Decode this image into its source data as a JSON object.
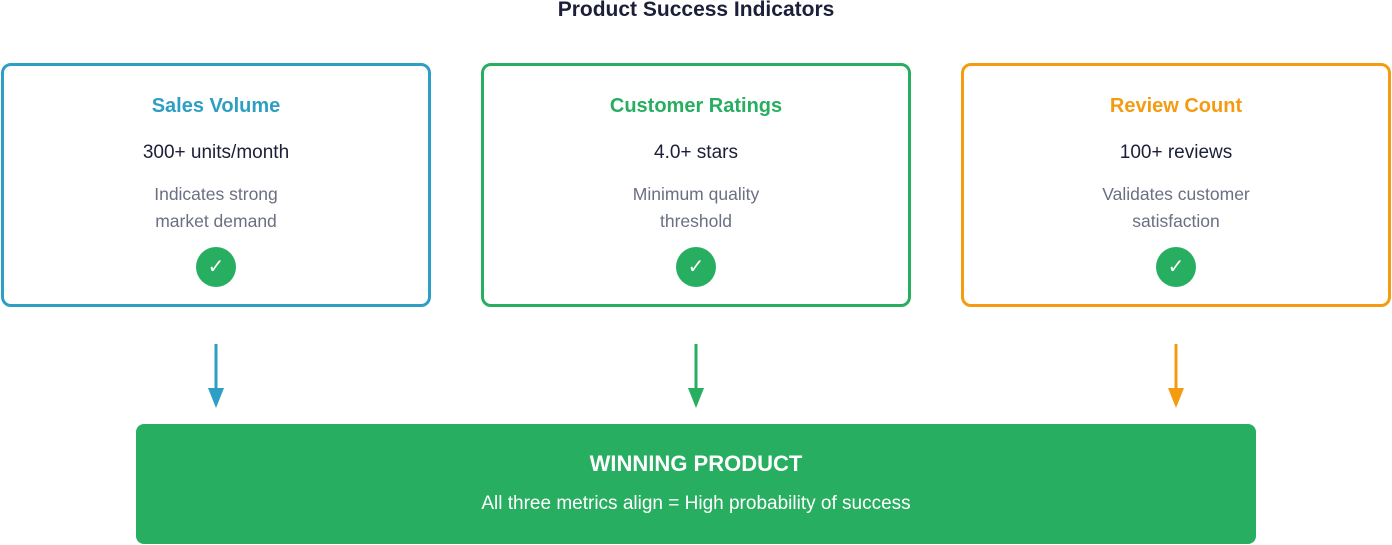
{
  "title": "Product Success Indicators",
  "cards": [
    {
      "title": "Sales Volume",
      "value": "300+ units/month",
      "description_lines": [
        "Indicates strong",
        "market demand"
      ],
      "color": "#2e9fc4",
      "check_icon": "check-icon"
    },
    {
      "title": "Customer Ratings",
      "value": "4.0+ stars",
      "description_lines": [
        "Minimum quality",
        "threshold"
      ],
      "color": "#27ae60",
      "check_icon": "check-icon"
    },
    {
      "title": "Review Count",
      "value": "100+ reviews",
      "description_lines": [
        "Validates customer",
        "satisfaction"
      ],
      "color": "#f39c12",
      "check_icon": "check-icon"
    }
  ],
  "result": {
    "title": "WINNING PRODUCT",
    "subtitle": "All three metrics align = High probability of success",
    "color": "#27ae60"
  }
}
